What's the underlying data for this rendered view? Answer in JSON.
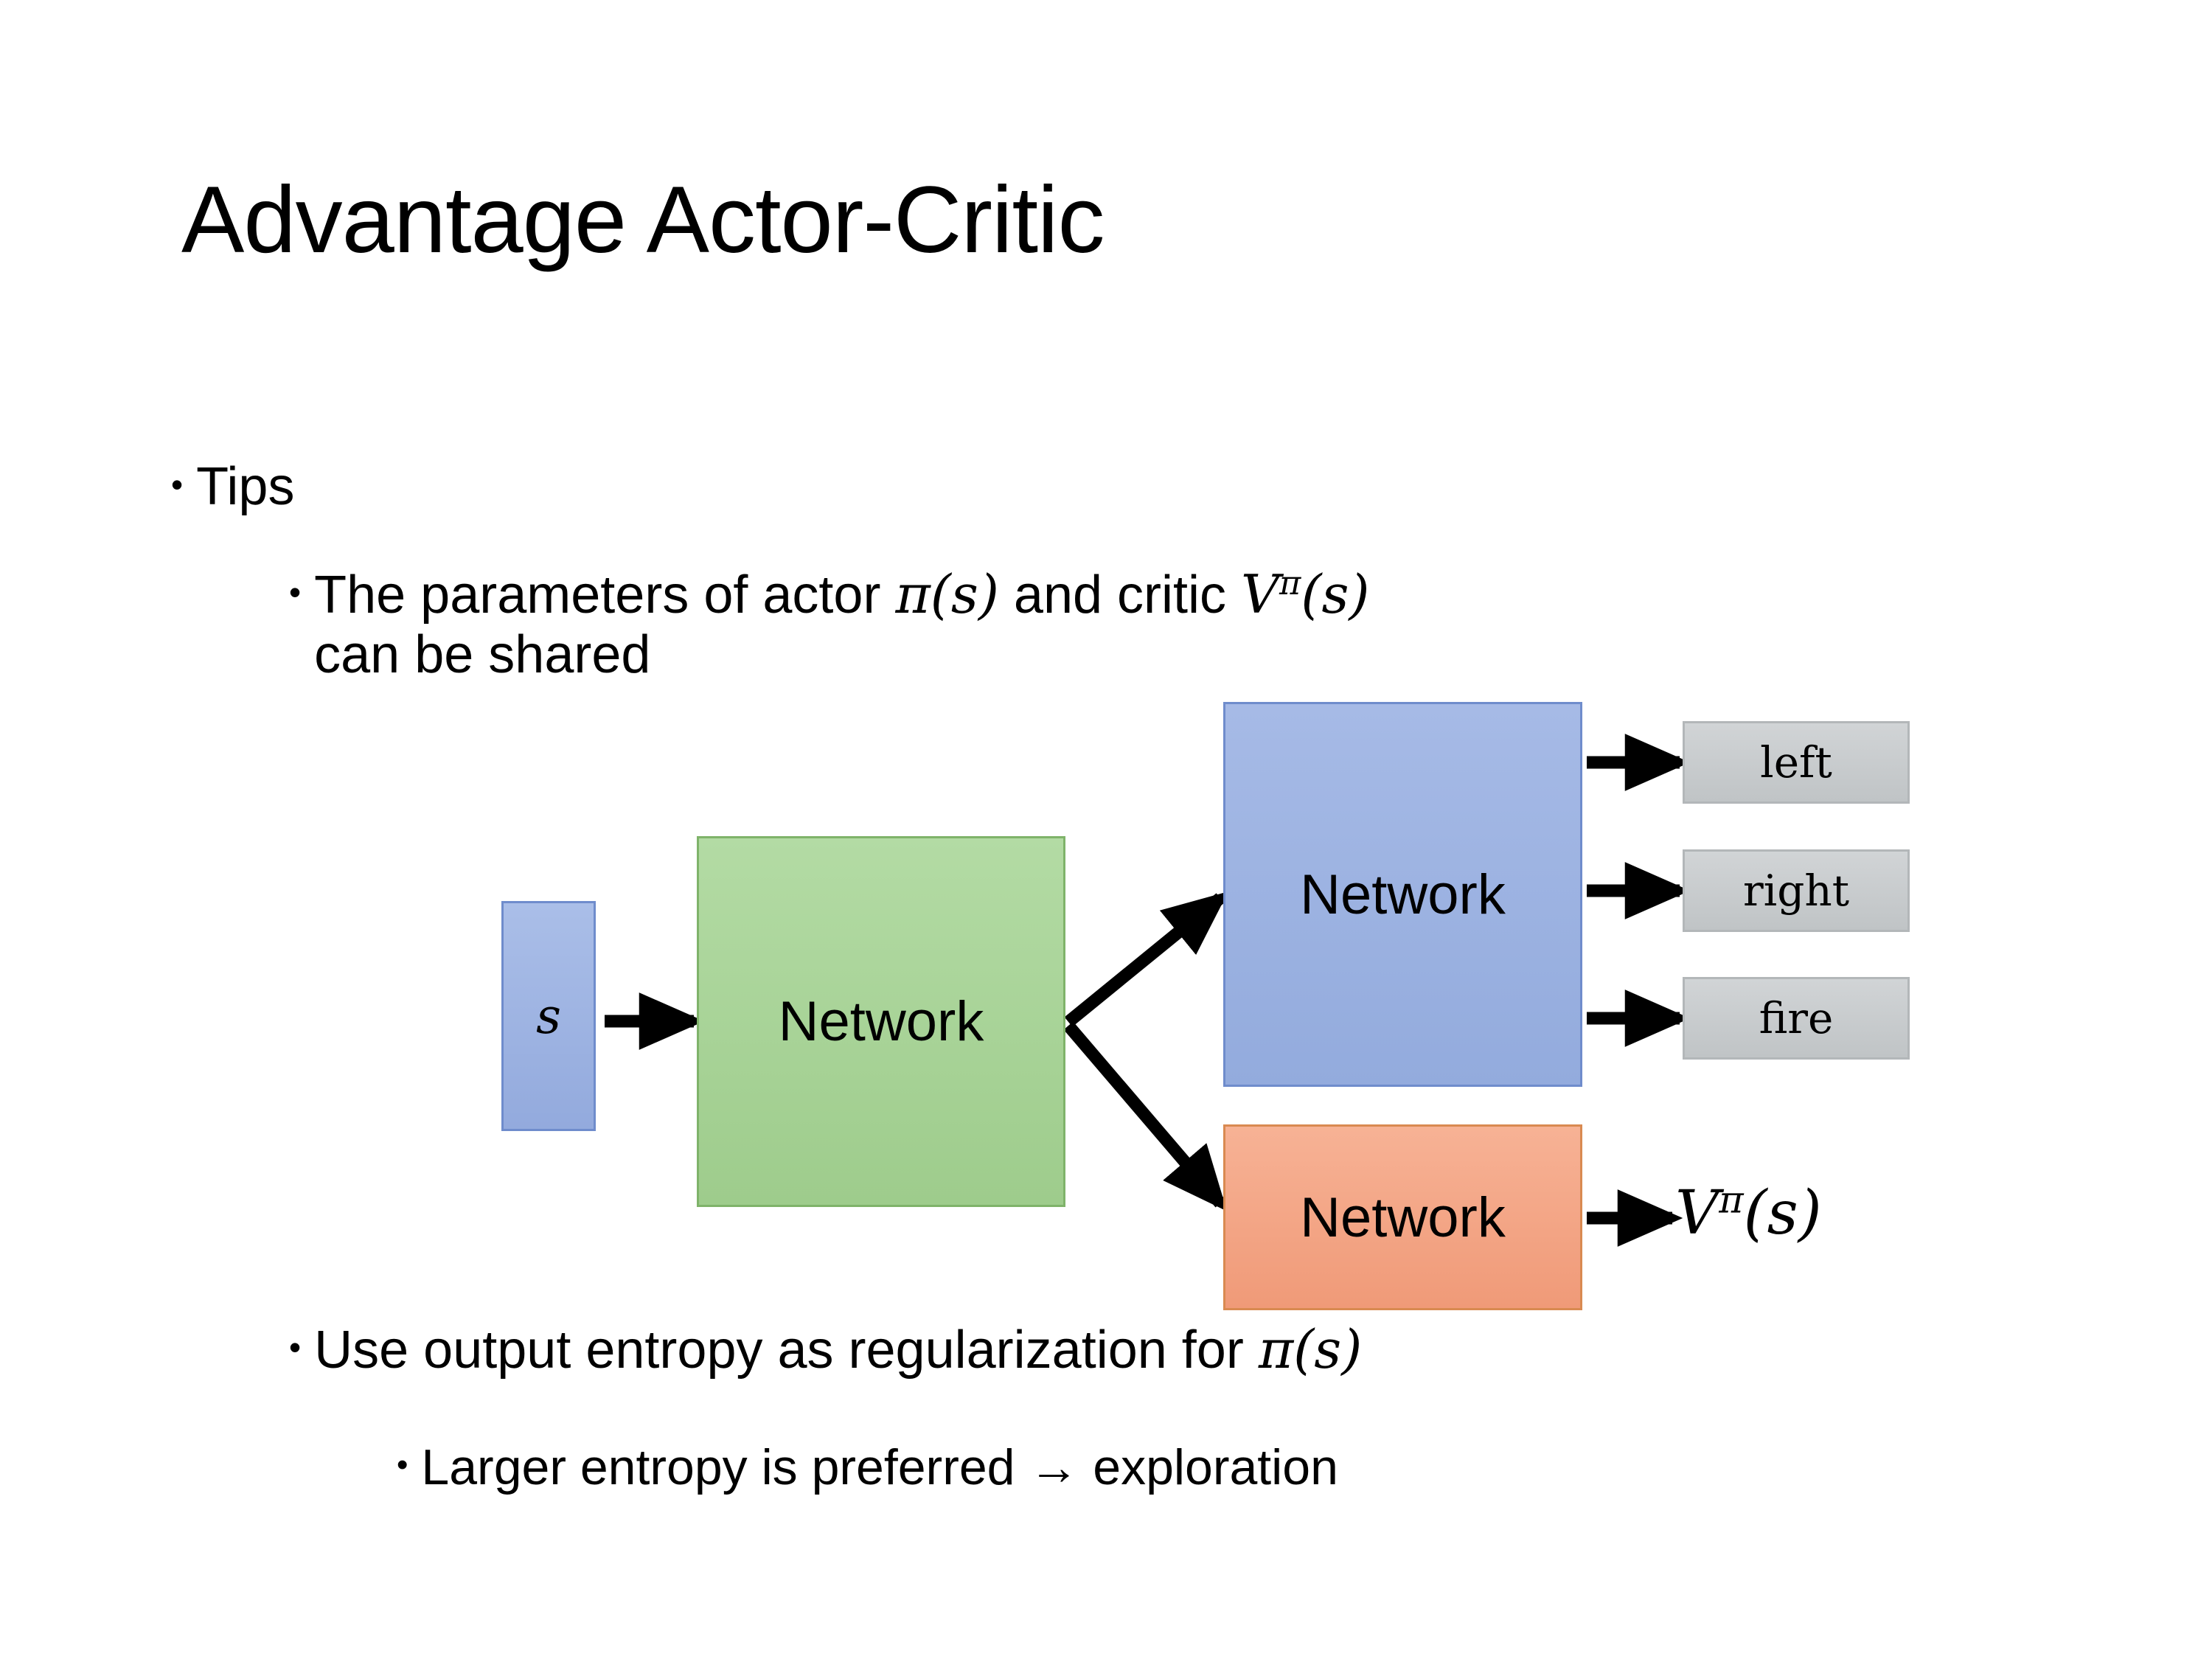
{
  "slide": {
    "title": "Advantage Actor-Critic",
    "background_color": "#ffffff",
    "text_color": "#000000"
  },
  "bullets": {
    "tips": {
      "marker": "•",
      "text": "Tips"
    },
    "parameters": {
      "marker": "•",
      "text_part1": "The parameters of actor ",
      "math_actor_pi": "π",
      "math_actor_args": "(s)",
      "text_part2": "  and critic ",
      "math_critic_V": "V",
      "math_critic_sup": "π",
      "math_critic_args": "(s)",
      "text_line2": "can be shared"
    },
    "entropy": {
      "marker": "•",
      "text": "Use output entropy as regularization for ",
      "math_pi": "π",
      "math_args": "(s)"
    },
    "larger_entropy": {
      "marker": "•",
      "text": "Larger entropy is preferred → exploration"
    }
  },
  "diagram": {
    "input_box": {
      "label": "s",
      "fill": "#9db3e2",
      "border": "#6f8ccc"
    },
    "shared_network": {
      "label": "Network",
      "fill": "#a9d296",
      "border": "#7fb36a"
    },
    "actor_network": {
      "label": "Network",
      "fill": "#9ab0e0",
      "border": "#6f8ccc"
    },
    "critic_network": {
      "label": "Network",
      "fill": "#f4a582",
      "border": "#d98a51"
    },
    "action_outputs": [
      {
        "label": "left",
        "fill": "#c6c9cb",
        "border": "#b3b7b9"
      },
      {
        "label": "right",
        "fill": "#c6c9cb",
        "border": "#b3b7b9"
      },
      {
        "label": "fire",
        "fill": "#c6c9cb",
        "border": "#b3b7b9"
      }
    ],
    "value_output": {
      "symbol_V": "V",
      "symbol_sup": "π",
      "symbol_args": "(s)"
    },
    "arrow_color": "#000000"
  }
}
